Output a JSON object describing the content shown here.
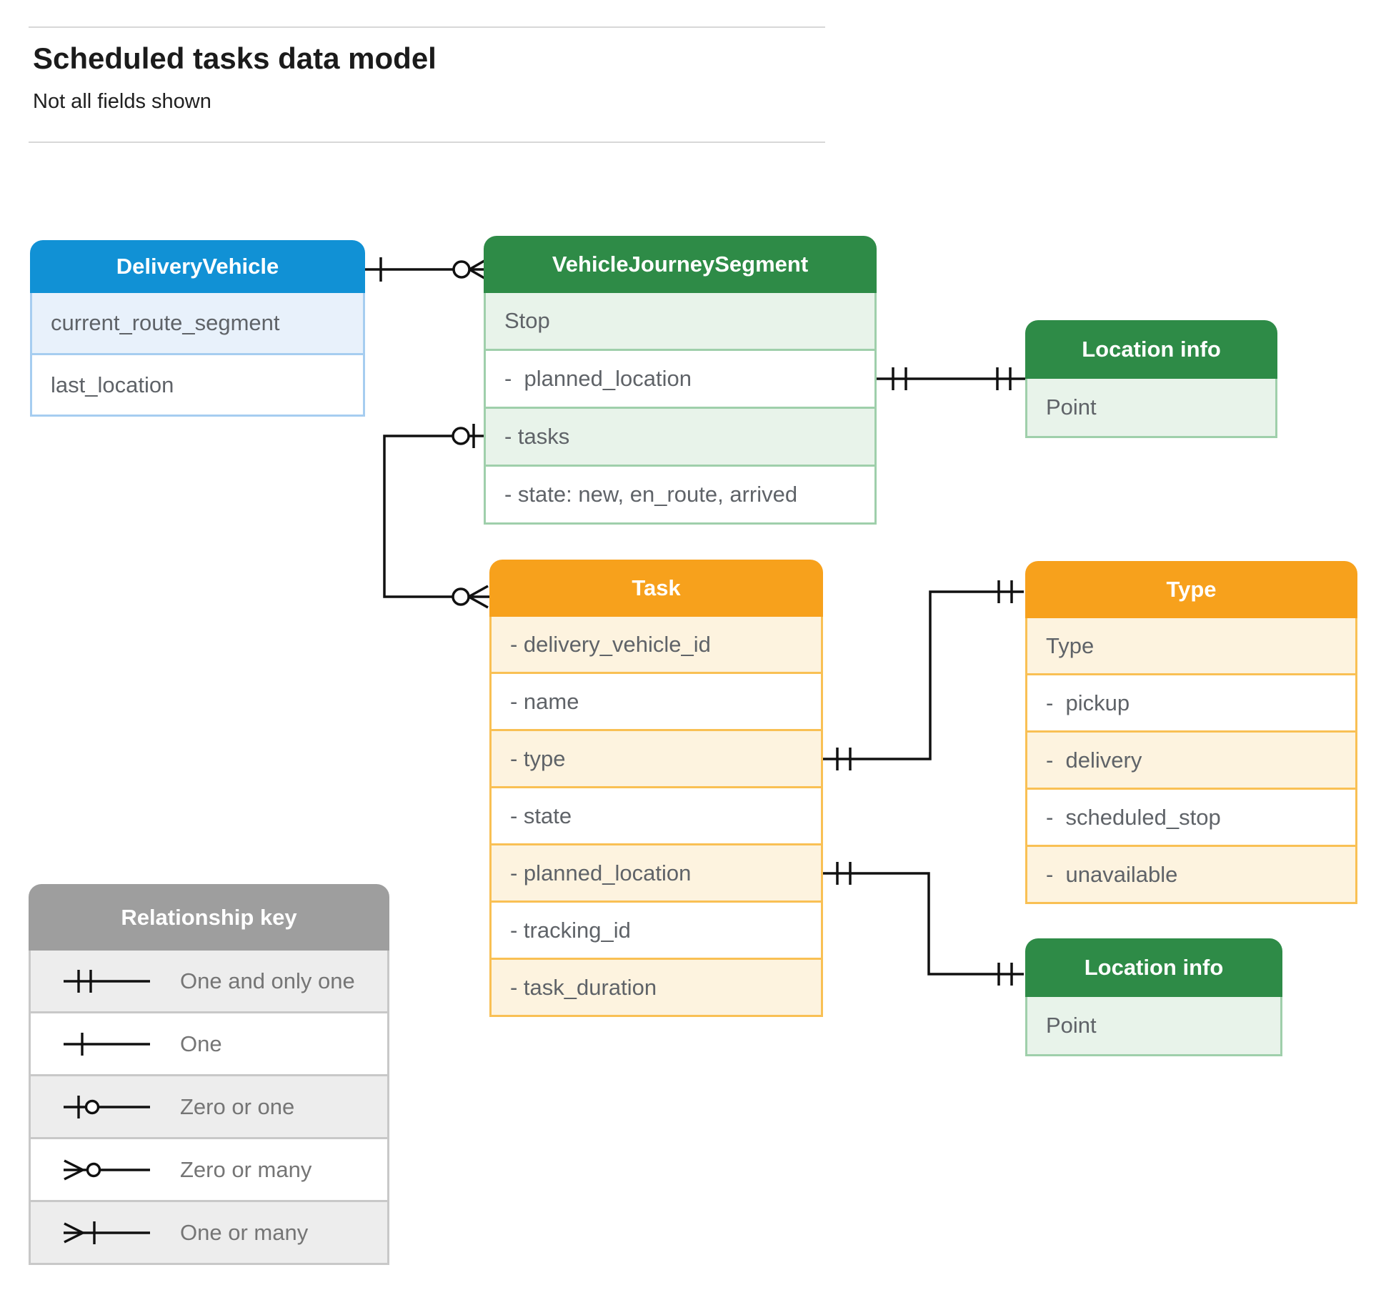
{
  "page": {
    "title": "Scheduled tasks data model",
    "subtitle": "Not all fields shown"
  },
  "entities": [
    {
      "title": "DeliveryVehicle",
      "rows": [
        "current_route_segment",
        "last_location"
      ]
    },
    {
      "title": "VehicleJourneySegment",
      "rows": [
        "Stop",
        "-  planned_location",
        "- tasks",
        "- state: new, en_route, arrived"
      ]
    },
    {
      "title": "Location info",
      "rows": [
        "Point"
      ]
    },
    {
      "title": "Task",
      "rows": [
        "- delivery_vehicle_id",
        "- name",
        "- type",
        "- state",
        "- planned_location",
        "- tracking_id",
        "- task_duration"
      ]
    },
    {
      "title": "Type",
      "rows": [
        "Type",
        "-  pickup",
        "-  delivery",
        "-  scheduled_stop",
        "-  unavailable"
      ]
    },
    {
      "title": "Location info",
      "rows": [
        "Point"
      ]
    }
  ],
  "legend": {
    "title": "Relationship key",
    "items": [
      {
        "symbol": "one-and-only-one",
        "label": "One and only one"
      },
      {
        "symbol": "one",
        "label": "One"
      },
      {
        "symbol": "zero-or-one",
        "label": "Zero or one"
      },
      {
        "symbol": "zero-or-many",
        "label": "Zero or many"
      },
      {
        "symbol": "one-or-many",
        "label": "One or many"
      }
    ]
  },
  "colors": {
    "blue_header": "#1191d5",
    "blue_row": "#e8f1fb",
    "blue_border": "#a6cdf0",
    "green_header": "#2e8b47",
    "green_row": "#e8f3ea",
    "green_border": "#9fcfab",
    "orange_header": "#f7a11c",
    "orange_row": "#fdf3df",
    "orange_border": "#f9c054",
    "gray_header": "#9e9e9e",
    "gray_row": "#ededed",
    "gray_border": "#c8c8c8",
    "row_text": "#5f6368",
    "legend_text": "#757575",
    "connector_line": "#111111"
  }
}
